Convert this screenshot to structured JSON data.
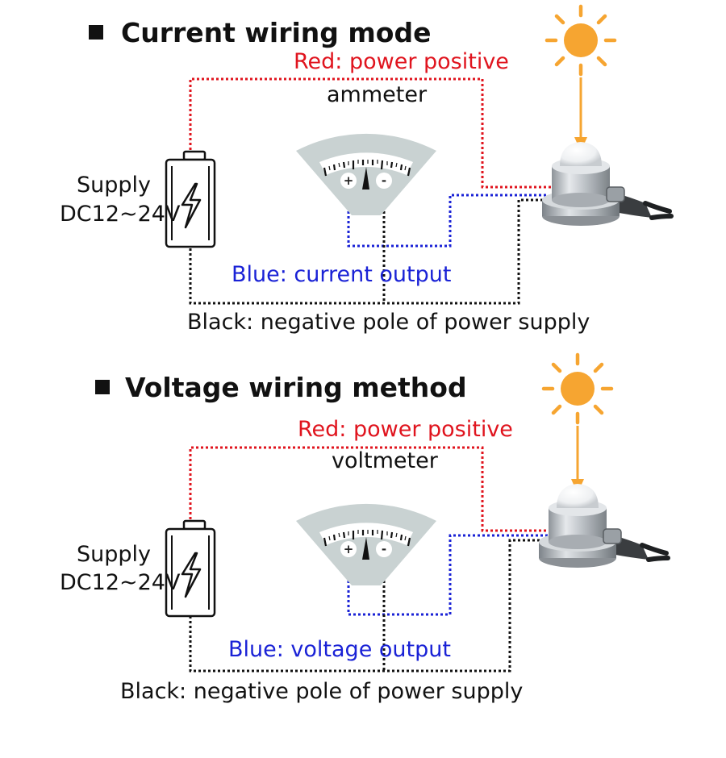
{
  "sections": [
    {
      "title": "Current wiring mode",
      "red_label": "Red: power positive",
      "meter_label": "ammeter",
      "supply_line1": "Supply",
      "supply_line2": "DC12~24V",
      "blue_label": "Blue: current output",
      "black_label": "Black: negative pole of power supply"
    },
    {
      "title": "Voltage wiring method",
      "red_label": "Red: power positive",
      "meter_label": "voltmeter",
      "supply_line1": "Supply",
      "supply_line2": "DC12~24V",
      "blue_label": "Blue: voltage output",
      "black_label": "Black: negative pole of power supply"
    }
  ],
  "meter_terminals": {
    "plus": "+",
    "minus": "-"
  },
  "colors": {
    "red_wire": "#e0141e",
    "blue_wire": "#1a22d6",
    "black_wire": "#111111",
    "sun": "#f6a531",
    "meter_body": "#c9d2d2"
  },
  "icons": [
    "sun-icon",
    "battery-icon",
    "lightning-icon",
    "meter-icon",
    "sensor-icon"
  ]
}
